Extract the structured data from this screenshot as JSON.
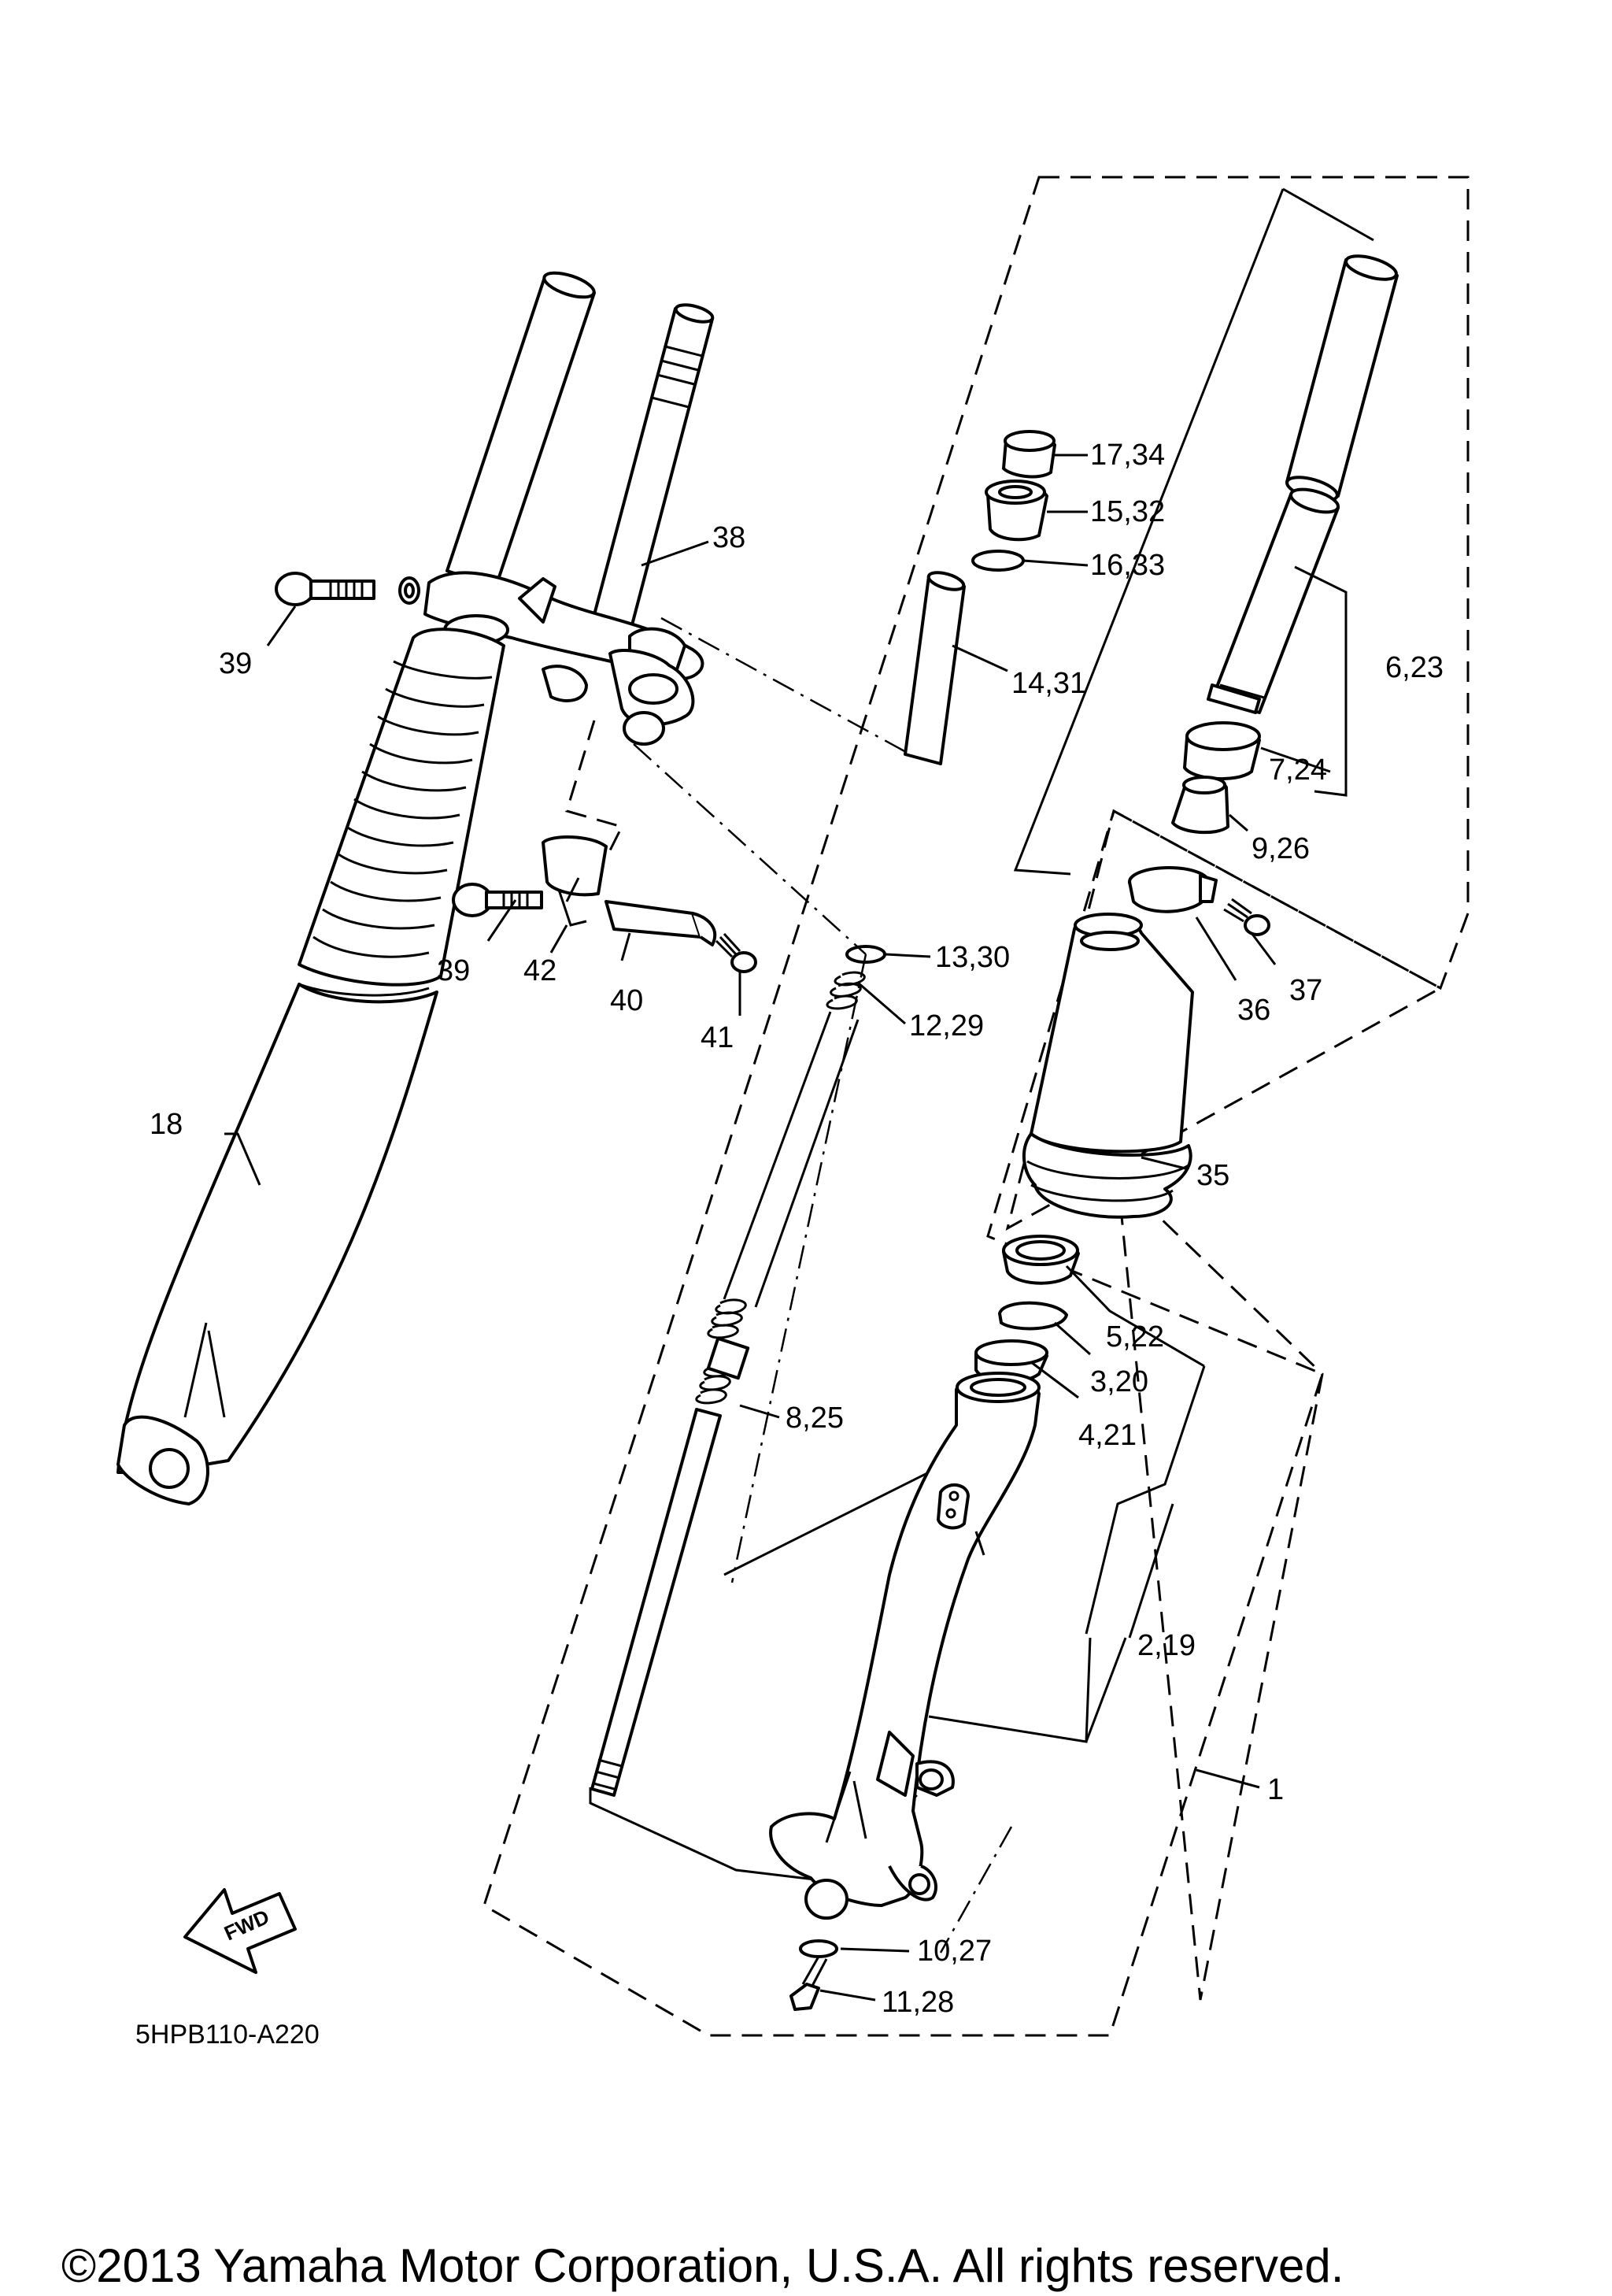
{
  "diagram": {
    "part_labels": {
      "p1": "1",
      "p2_19": "2,19",
      "p3_20": "3,20",
      "p4_21": "4,21",
      "p5_22": "5,22",
      "p6_23": "6,23",
      "p7_24": "7,24",
      "p8_25": "8,25",
      "p9_26": "9,26",
      "p10_27": "10,27",
      "p11_28": "11,28",
      "p12_29": "12,29",
      "p13_30": "13,30",
      "p14_31": "14,31",
      "p15_32": "15,32",
      "p16_33": "16,33",
      "p17_34": "17,34",
      "p18": "18",
      "p35": "35",
      "p36": "36",
      "p37": "37",
      "p38": "38",
      "p39a": "39",
      "p39b": "39",
      "p40": "40",
      "p41": "41",
      "p42": "42"
    },
    "fwd_label": "FWD",
    "drawing_code": "5HPB110-A220",
    "copyright": "©2013 Yamaha Motor Corporation, U.S.A. All rights reserved."
  }
}
